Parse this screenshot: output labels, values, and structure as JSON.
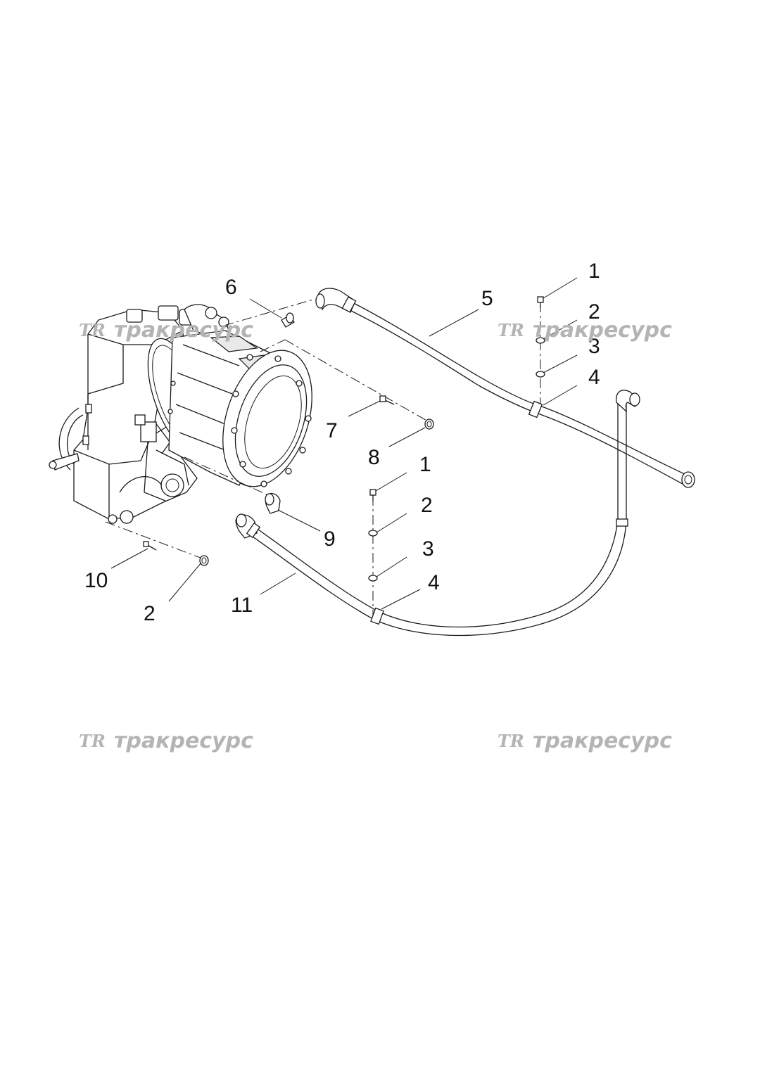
{
  "watermark": {
    "logo": "TR",
    "text": "тракресурс"
  },
  "callouts": {
    "c1a": "1",
    "c2a": "2",
    "c3a": "3",
    "c4a": "4",
    "c5": "5",
    "c6": "6",
    "c7": "7",
    "c8": "8",
    "c1b": "1",
    "c2b": "2",
    "c3b": "3",
    "c4b": "4",
    "c9": "9",
    "c10": "10",
    "c2c": "2",
    "c11": "11"
  },
  "colors": {
    "line": "#1a1a1a",
    "watermark": "#b4b4b4",
    "background": "#ffffff"
  }
}
